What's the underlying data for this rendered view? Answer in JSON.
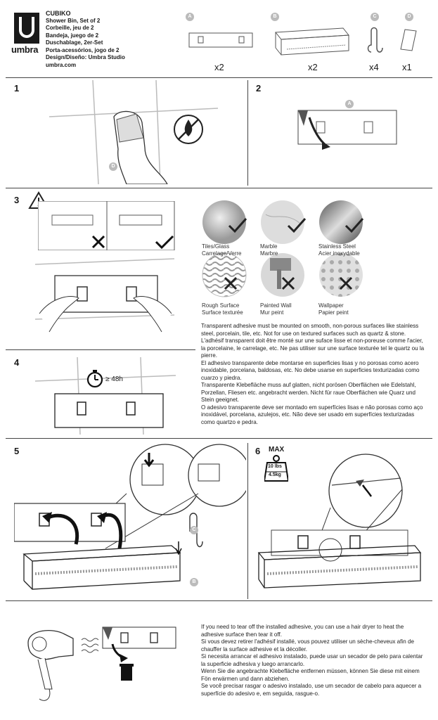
{
  "header": {
    "brand": "umbra",
    "product_title": "CUBIKO",
    "product_lines": [
      "Shower Bin, Set of 2",
      "Corbeille, jeu de 2",
      "Bandeja, juego de 2",
      "Duschablage, 2er-Set",
      "Porta-acessórios, jogo de 2",
      "Design/Diseño: Umbra Studio",
      "umbra.com"
    ],
    "parts": [
      {
        "label": "A",
        "qty": "x2",
        "icon": "adhesive-plate"
      },
      {
        "label": "B",
        "qty": "x2",
        "icon": "shower-bin"
      },
      {
        "label": "C",
        "qty": "x4",
        "icon": "s-hook"
      },
      {
        "label": "D",
        "qty": "x1",
        "icon": "cleaning-wipe"
      }
    ]
  },
  "steps": {
    "s1": "1",
    "s2": "2",
    "s3": "3",
    "s4": "4",
    "s5": "5",
    "s6": "6",
    "s1_part": "D",
    "s2_part": "A",
    "s5_part_c": "C",
    "s5_part_b": "B"
  },
  "surfaces": [
    {
      "en": "Tiles/Glass",
      "fr": "Carrelage/Verre",
      "ok": true
    },
    {
      "en": "Marble",
      "fr": "Marbre",
      "ok": true
    },
    {
      "en": "Stainless Steel",
      "fr": "Acier inoxydable",
      "ok": true
    },
    {
      "en": "Rough Surface",
      "fr": "Surface texturée",
      "ok": false
    },
    {
      "en": "Painted Wall",
      "fr": "Mur peint",
      "ok": false
    },
    {
      "en": "Wallpaper",
      "fr": "Papier peint",
      "ok": false
    }
  ],
  "wait_time": "≥ 48h",
  "max_load": {
    "label": "MAX",
    "lbs": "10 lbs",
    "kg": "4.5kg"
  },
  "adhesive_text": [
    "Transparent adhesive must be mounted on smooth, non-porous surfaces like stainless steel, porcelain, tile, etc. Not for use on textured surfaces such as quartz & stone.",
    "L'adhésif transparent doit être monté sur une suface lisse et non-poreuse comme l'acier, la porcelaine, le carrelage, etc. Ne pas utiliser sur une surface texturée tel le quartz ou la pierre.",
    "El adhesivo transparente debe montarse en superficies lisas y no porosas como acero inoxidable, porcelana, baldosas, etc. No debe usarse en superficies texturizadas como cuarzo y piedra.",
    "Transparente Klebefläche muss auf glatten, nicht porösen Oberflächen wie Edelstahl, Porzellan, Fliesen etc. angebracht werden. Nicht für raue Oberflächen wie Quarz und Stein geeignet.",
    "O adesivo transparente deve ser montado em superfícies lisas e não porosas como aço inoxidável, porcelana, azulejos, etc. Não deve ser usado em superfícies texturizadas como quartzo e pedra."
  ],
  "removal_text": [
    "If you need to tear off the installed adhesive, you can use a hair dryer to heat the adhesive surface then tear it off.",
    "Si vous devez retirer l'adhésif installé, vous pouvez utiliser un sèche-cheveux afin de chauffer la surface adhesive et la décoller.",
    "Si necesita arrancar el adhesivo instalado, puede usar un secador de pelo para calentar la superficie adhesiva y luego arrancarlo.",
    "Wenn Sie die angebrachte Klebefläche entfernen müssen, können Sie diese mit einem Fön erwärmen und dann abziehen.",
    "Se você precisar rasgar o adesivo instalado, use um secador de cabelo para aquecer a superfície do adesivo e, em seguida, rasgue-o."
  ],
  "colors": {
    "ink": "#1a1a1a",
    "gray": "#bbbbbb",
    "rule": "#444444"
  }
}
